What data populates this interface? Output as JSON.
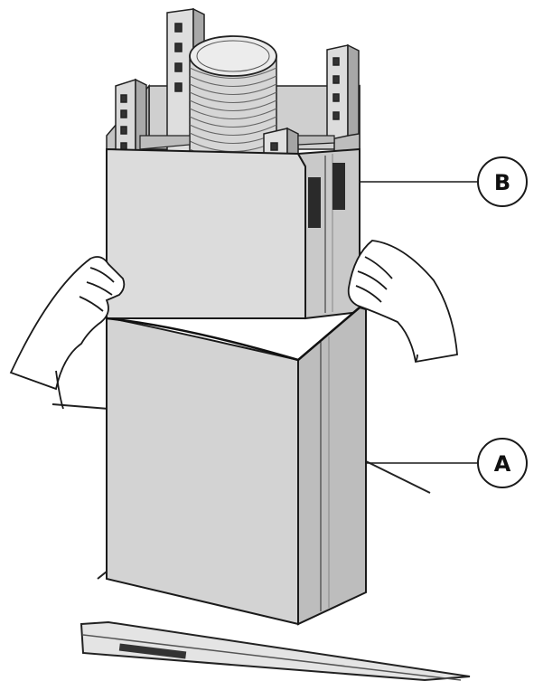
{
  "callouts": [
    {
      "id": "B",
      "label": "B",
      "part": "upper-chimney-section"
    },
    {
      "id": "A",
      "label": "A",
      "part": "lower-chimney-section"
    }
  ],
  "colors": {
    "outline": "#1a1a1a",
    "panel_light": "#dcdcdc",
    "panel_mid": "#cfcfcf",
    "panel_dark": "#b9b9b9",
    "duct": "#d6d6d6",
    "vent": "#2a2a2a",
    "background": "#ffffff"
  }
}
